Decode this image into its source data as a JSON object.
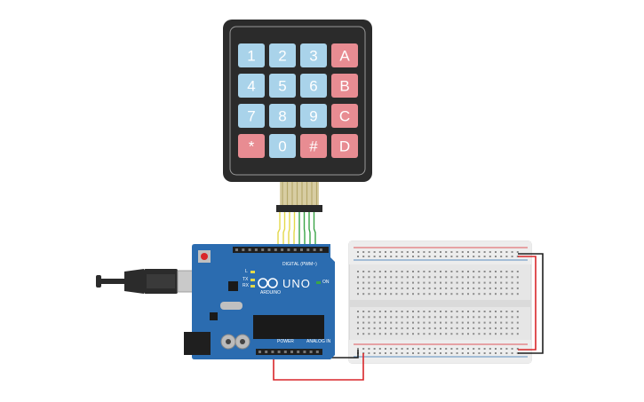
{
  "keypad": {
    "rows": [
      [
        {
          "label": "1",
          "kind": "num"
        },
        {
          "label": "2",
          "kind": "num"
        },
        {
          "label": "3",
          "kind": "num"
        },
        {
          "label": "A",
          "kind": "letter"
        }
      ],
      [
        {
          "label": "4",
          "kind": "num"
        },
        {
          "label": "5",
          "kind": "num"
        },
        {
          "label": "6",
          "kind": "num"
        },
        {
          "label": "B",
          "kind": "letter"
        }
      ],
      [
        {
          "label": "7",
          "kind": "num"
        },
        {
          "label": "8",
          "kind": "num"
        },
        {
          "label": "9",
          "kind": "num"
        },
        {
          "label": "C",
          "kind": "letter"
        }
      ],
      [
        {
          "label": "*",
          "kind": "letter"
        },
        {
          "label": "0",
          "kind": "num"
        },
        {
          "label": "#",
          "kind": "letter"
        },
        {
          "label": "D",
          "kind": "letter"
        }
      ]
    ]
  },
  "arduino": {
    "model_label": "UNO",
    "brand_label": "ARDUINO",
    "digital_label": "DIGITAL (PWM~)",
    "power_label": "POWER",
    "analog_label": "ANALOG IN",
    "tx_label": "TX",
    "rx_label": "RX",
    "l_label": "L",
    "on_label": "ON"
  },
  "colors": {
    "keypad_body": "#2b2b2b",
    "num_key": "#a9d3ea",
    "letter_key": "#e88c92",
    "board": "#2b6cb0",
    "breadboard": "#e6e6e6",
    "wire_red": "#d9262a",
    "wire_black": "#1f1f1f",
    "wire_yellow": "#e3d94a",
    "wire_green": "#3aa547"
  },
  "icons": [
    "usb-cable",
    "power-jack",
    "reset-button",
    "capacitor",
    "chip"
  ]
}
